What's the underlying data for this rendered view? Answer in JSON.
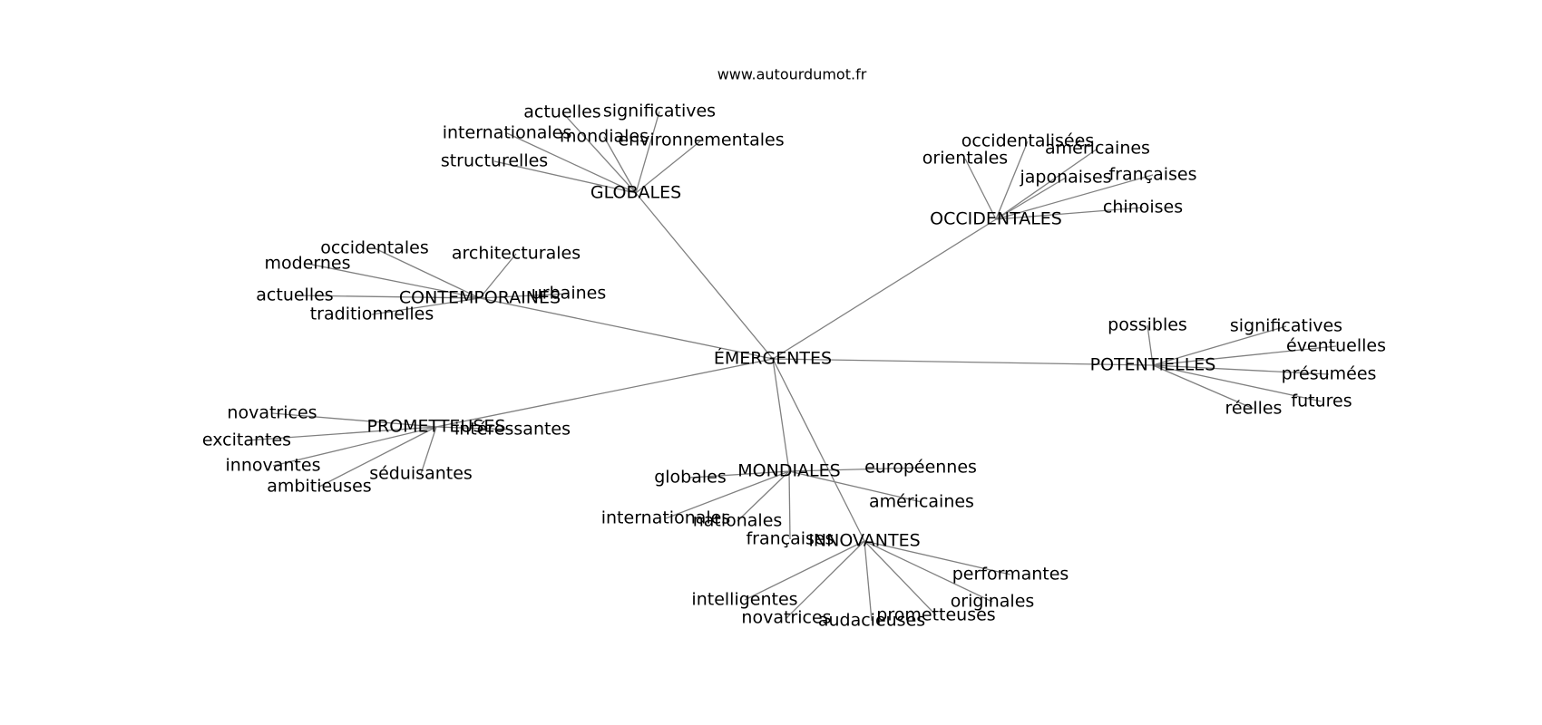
{
  "source": "www.autourdumot.fr",
  "colors": {
    "edge": "#808080",
    "text": "#000000",
    "background": "#ffffff"
  },
  "graph": {
    "root": "ÉMERGENTES",
    "hubs": [
      {
        "id": "globales",
        "label": "GLOBALES",
        "leaves": [
          "actuelles",
          "significatives",
          "internationales",
          "mondiales",
          "environnementales",
          "structurelles"
        ]
      },
      {
        "id": "occidentales",
        "label": "OCCIDENTALES",
        "leaves": [
          "occidentalisées",
          "orientales",
          "américaines",
          "japonaises",
          "françaises",
          "chinoises"
        ]
      },
      {
        "id": "contemporaines",
        "label": "CONTEMPORAINES",
        "leaves": [
          "occidentales",
          "architecturales",
          "modernes",
          "actuelles",
          "urbaines",
          "traditionnelles"
        ]
      },
      {
        "id": "potentielles",
        "label": "POTENTIELLES",
        "leaves": [
          "possibles",
          "significatives",
          "éventuelles",
          "présumées",
          "futures",
          "réelles"
        ]
      },
      {
        "id": "prometteuses",
        "label": "PROMETTEUSES",
        "leaves": [
          "novatrices",
          "excitantes",
          "intéressantes",
          "innovantes",
          "séduisantes",
          "ambitieuses"
        ]
      },
      {
        "id": "mondiales",
        "label": "MONDIALES",
        "leaves": [
          "européennes",
          "globales",
          "américaines",
          "internationales",
          "nationales",
          "françaises"
        ]
      },
      {
        "id": "innovantes",
        "label": "INNOVANTES",
        "leaves": [
          "performantes",
          "intelligentes",
          "originales",
          "prometteuses",
          "novatrices",
          "audacieuses"
        ]
      }
    ]
  }
}
